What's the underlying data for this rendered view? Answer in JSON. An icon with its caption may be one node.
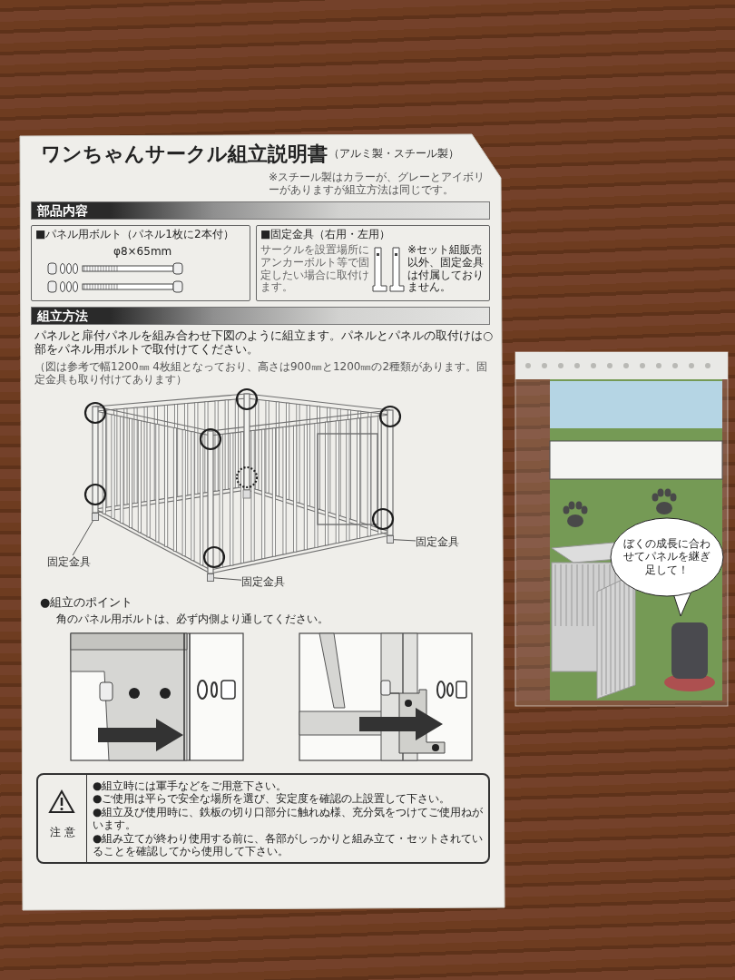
{
  "diagram": {
    "title": "ワンちゃんサークル組立説明書",
    "nodes": [
      {
        "text": [
          "部品内容"
        ]
      },
      {
        "text": [
          "■パネル用ボルト（パネル1枚に2本付）",
          "φ8×65mm"
        ]
      },
      {
        "text": [
          "■固定金具（右用・左用）",
          "サークルを設置場所にアンカーボルト等で固定したい場合に取付けます。",
          "※セット組販売以外、固定金具は付属しておりません。"
        ]
      },
      {
        "text": [
          "組立方法"
        ]
      },
      {
        "text": [
          "固定金具"
        ]
      },
      {
        "text": [
          "固定金具"
        ]
      },
      {
        "text": [
          "固定金具"
        ]
      },
      {
        "text": [
          "注 意",
          "●組立時には軍手などをご用意下さい。",
          "●ご使用は平らで安全な場所を選び、安定度を確認の上設置して下さい。",
          "●組立及び使用時に、鉄板の切り口部分に触れぬ様、充分気をつけてご使用ねがいます。",
          "●組み立てが終わり使用する前に、各部がしっかりと組み立て・セットされていることを確認してから使用して下さい。"
        ]
      },
      {
        "text": [
          "ぼくの成長に合わせてパネルを継ぎ足して！"
        ]
      },
      {
        "text": [],
        "shape": "box"
      },
      {
        "text": [],
        "shape": "box"
      },
      {
        "text": [],
        "shape": "box"
      }
    ],
    "edges": [
      {
        "from": 4,
        "to": 9,
        "arrow": "none"
      },
      {
        "from": 5,
        "to": 10,
        "arrow": "none"
      },
      {
        "from": 6,
        "to": 11,
        "arrow": "none"
      }
    ],
    "labels": [
      "（アルミ製・スチール製）",
      "※スチール製はカラーが、グレーとアイボリーがありますが組立方法は同じです。",
      "パネルと扉付パネルを組み合わせ下図のように組立ます。パネルとパネルの取付けは○部をパネル用ボルトで取付けてください。",
      "（図は参考で幅1200㎜ 4枚組となっており、高さは900㎜と1200㎜の2種類があります。固定金具も取り付けてあります）",
      "●組立のポイント",
      "角のパネル用ボルトは、必ず内側より通してください。"
    ]
  }
}
